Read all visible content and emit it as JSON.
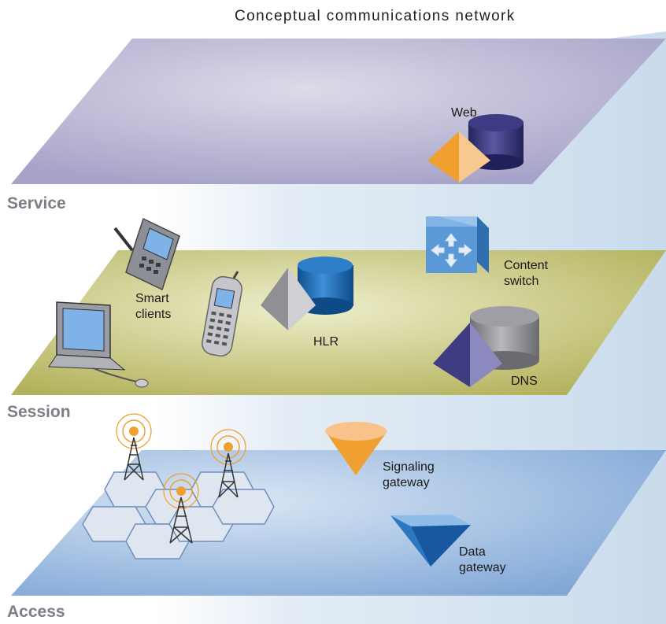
{
  "title": "Conceptual communications network",
  "layers": {
    "service": "Service",
    "session": "Session",
    "access": "Access"
  },
  "labels": {
    "web": "Web",
    "content_switch": "Content\nswitch",
    "smart_clients": "Smart\nclients",
    "hlr": "HLR",
    "dns": "DNS",
    "signaling_gateway": "Signaling\ngateway",
    "data_gateway": "Data\ngateway"
  },
  "colors": {
    "service_plane": "#b2aed0",
    "session_plane": "#b9b866",
    "access_plane": "#8eb0dc",
    "orange": "#f0a030",
    "navy": "#2e2c6e",
    "blue": "#1a64a8"
  }
}
